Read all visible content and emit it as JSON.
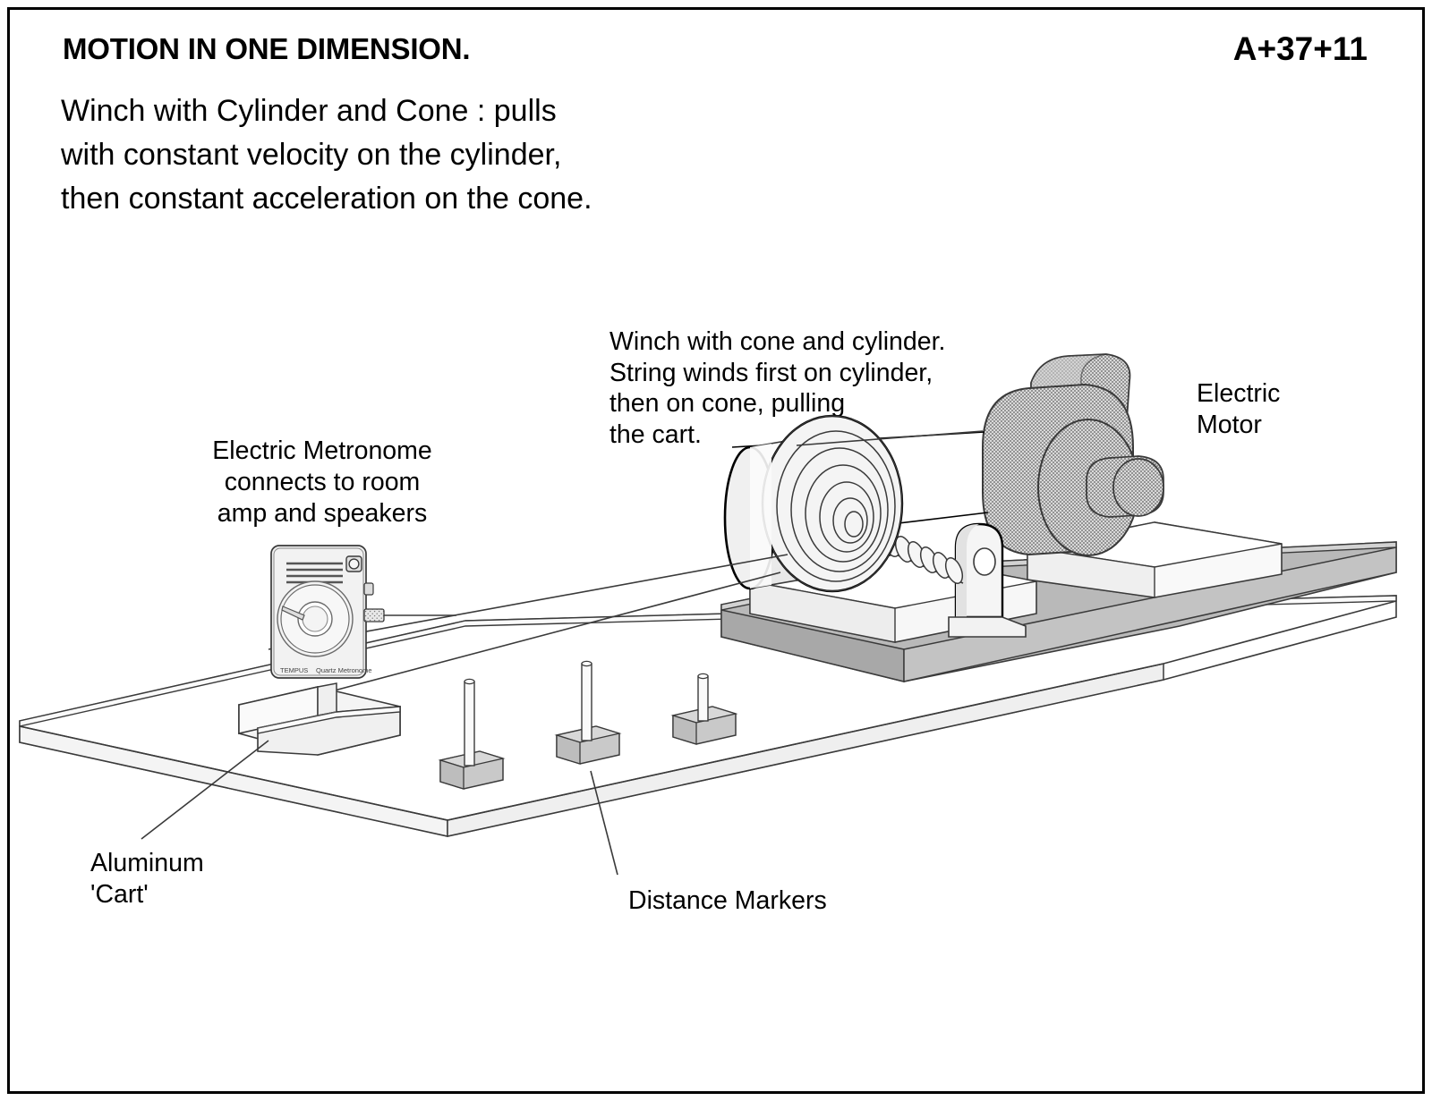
{
  "page": {
    "title": "MOTION IN ONE DIMENSION.",
    "code": "A+37+11",
    "subtitle_line1": "Winch with Cylinder and Cone : pulls",
    "subtitle_line2": "with constant velocity on the cylinder,",
    "subtitle_line3": "then constant acceleration on the cone."
  },
  "annotations": {
    "winch": "Winch with cone and cylinder.\nString winds first on cylinder,\nthen on cone, pulling\nthe cart.",
    "metronome": "Electric Metronome\nconnects to room\namp and speakers",
    "motor": "Electric\nMotor",
    "cart": "Aluminum\n'Cart'",
    "markers": "Distance Markers"
  },
  "device_labels": {
    "metronome_brand": "TEMPUS",
    "metronome_model": "Quartz Metronome"
  },
  "colors": {
    "ink": "#000000",
    "outline": "#3a3a3a",
    "table_top": "#ffffff",
    "table_edge": "#f2f2f2",
    "riser_gray": "#b8b8b8",
    "plate_white": "#f7f7f7",
    "motor_gray": "#b0b0b0",
    "marker_gray": "#c9c9c9",
    "winch_face": "#f2f2f2"
  }
}
